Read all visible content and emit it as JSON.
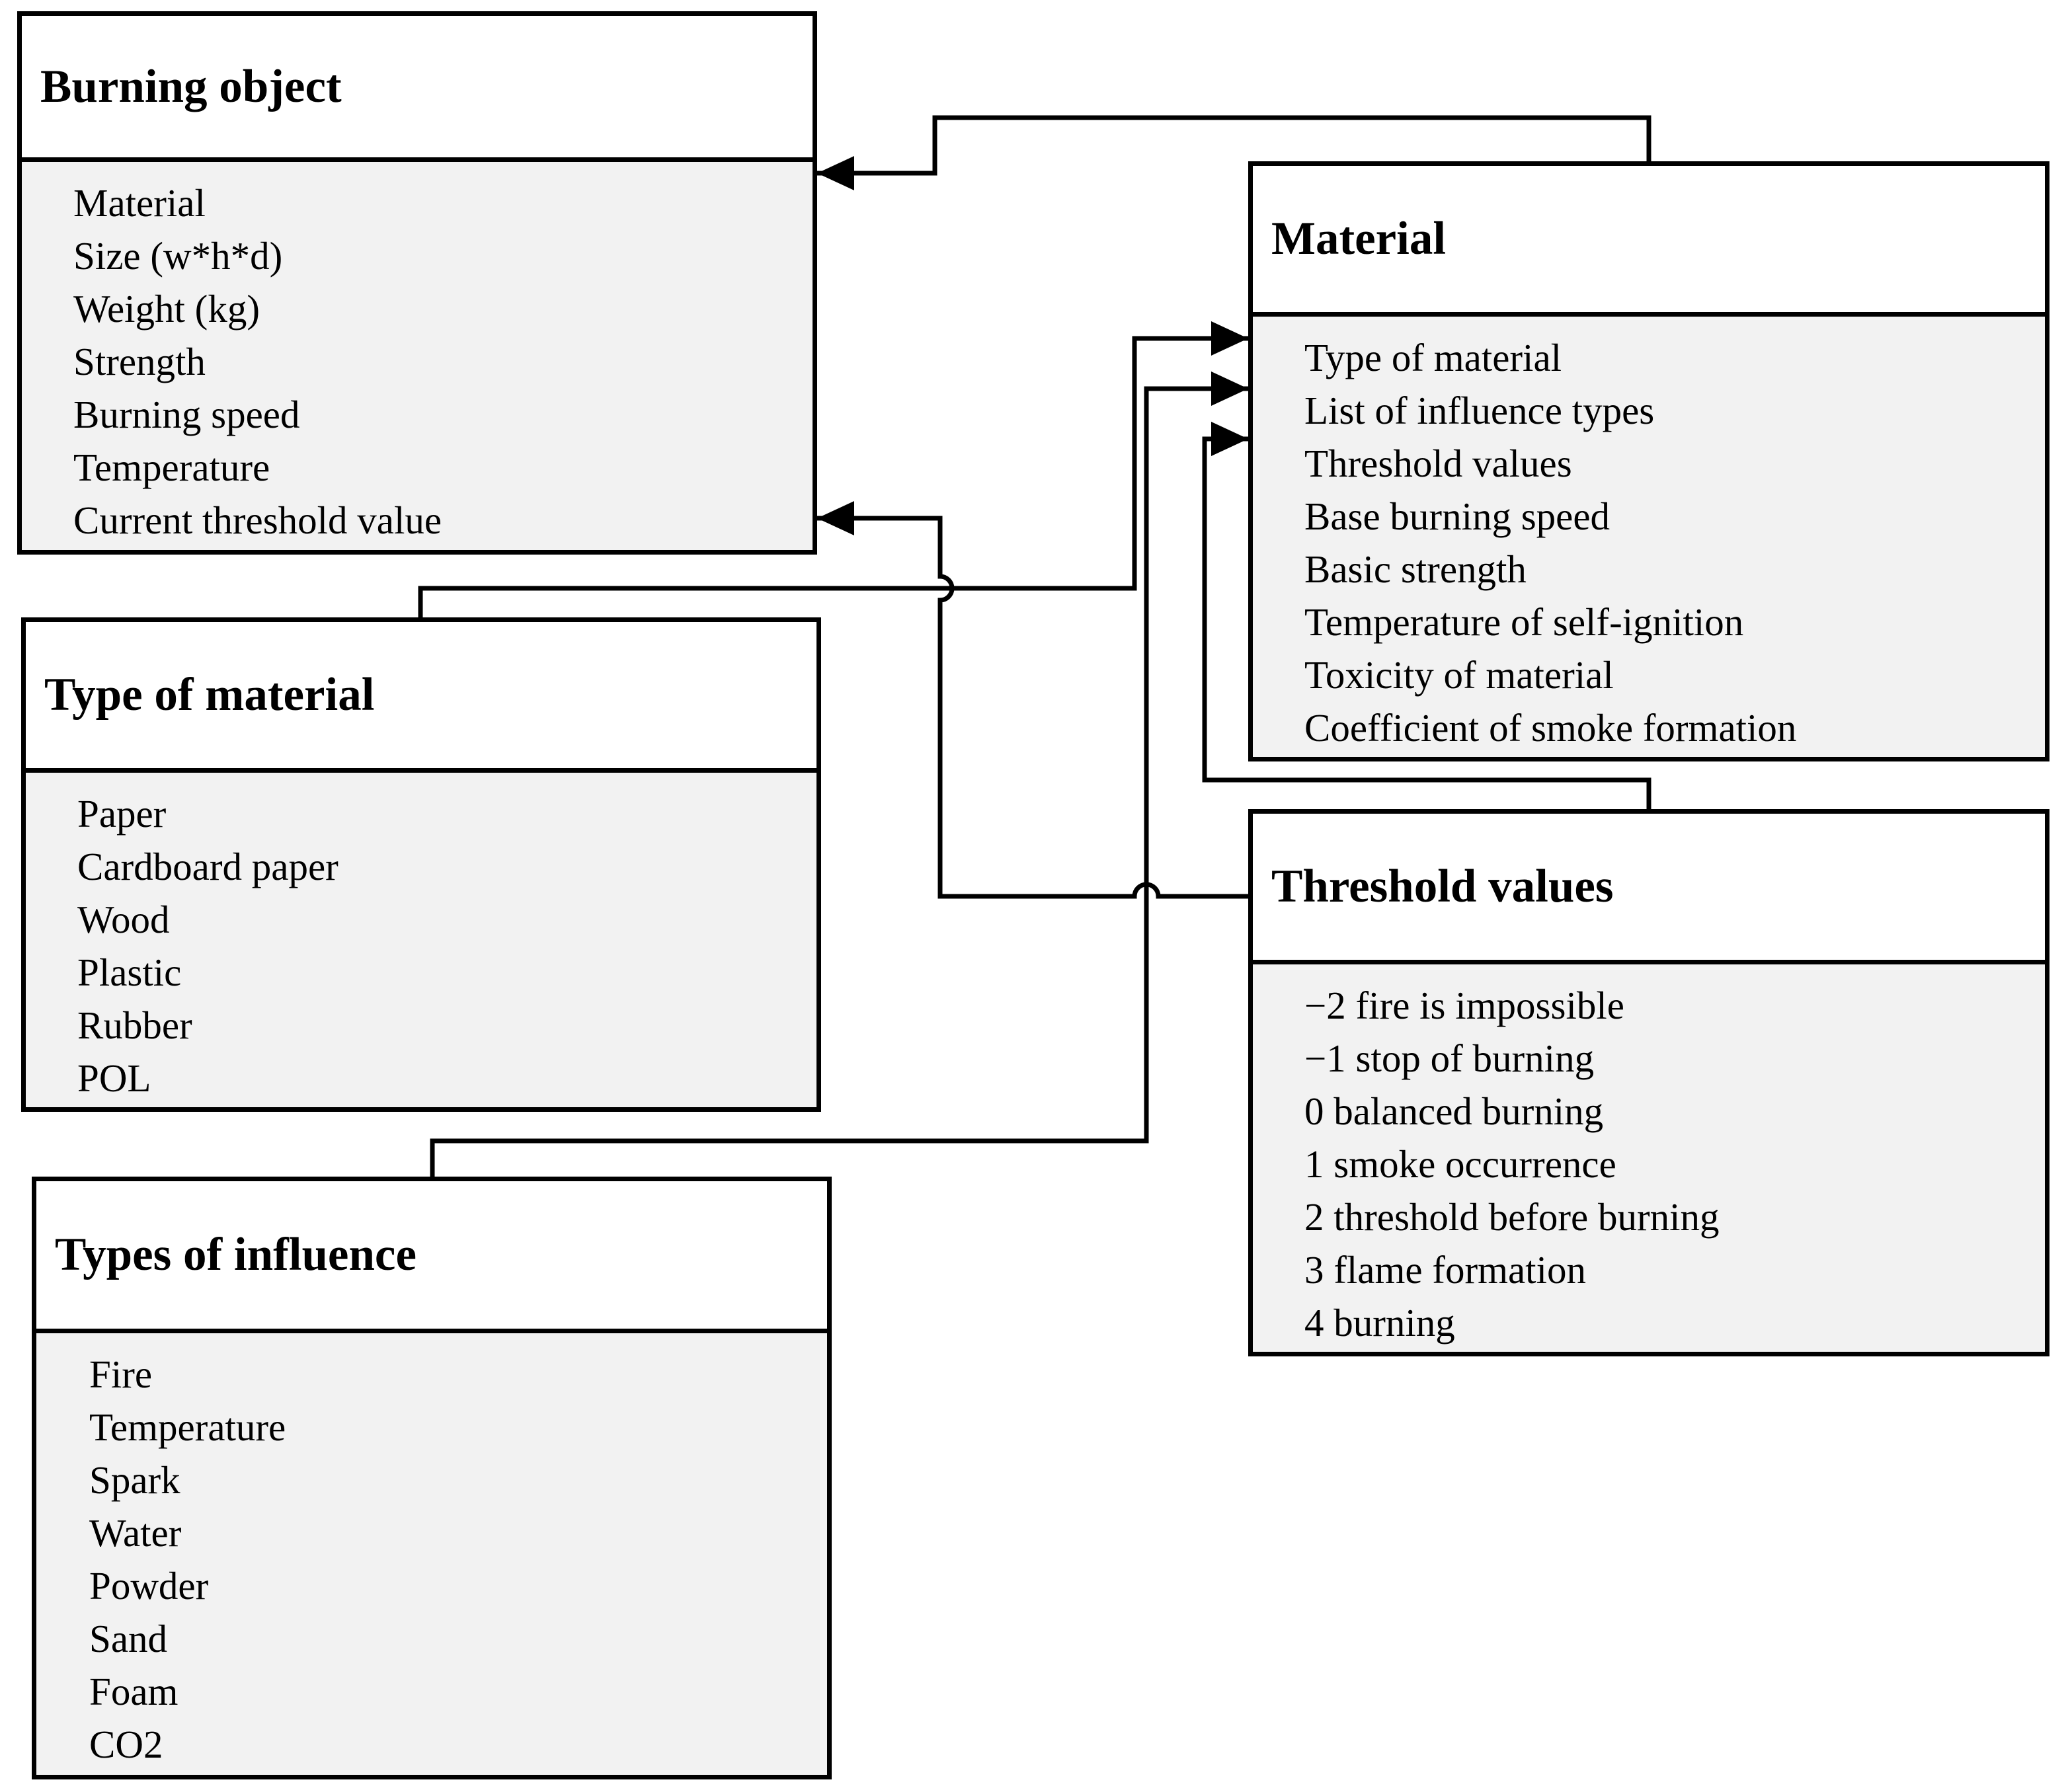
{
  "entities": {
    "burning_object": {
      "title": "Burning object",
      "attributes": [
        "Material",
        "Size (w*h*d)",
        "Weight (kg)",
        "Strength",
        "Burning speed",
        "Temperature",
        "Current threshold value"
      ]
    },
    "material": {
      "title": "Material",
      "attributes": [
        "Type of material",
        "List of influence types",
        "Threshold values",
        "Base burning speed",
        "Basic strength",
        "Temperature of self-ignition",
        "Toxicity of material",
        "Coefficient of smoke formation"
      ]
    },
    "type_of_material": {
      "title": "Type of material",
      "attributes": [
        "Paper",
        "Cardboard paper",
        "Wood",
        "Plastic",
        "Rubber",
        "POL"
      ]
    },
    "threshold_values": {
      "title": "Threshold values",
      "attributes": [
        "−2 fire is impossible",
        "−1 stop of burning",
        "0 balanced burning",
        "1 smoke occurrence",
        "2 threshold before burning",
        "3 flame formation",
        "4 burning"
      ]
    },
    "types_of_influence": {
      "title": "Types of influence",
      "attributes": [
        "Fire",
        "Temperature",
        "Spark",
        "Water",
        "Powder",
        "Sand",
        "Foam",
        "CO2"
      ]
    }
  },
  "connectors": [
    {
      "from": "Material",
      "to": "Burning object"
    },
    {
      "from": "Type of material",
      "to": "Material"
    },
    {
      "from": "Types of influence",
      "to": "Material"
    },
    {
      "from": "Threshold values",
      "to": "Material"
    },
    {
      "from": "Threshold values",
      "to": "Burning object"
    }
  ],
  "colors": {
    "line": "#000000",
    "body_fill": "#f2f2f2",
    "title_fill": "#ffffff"
  }
}
